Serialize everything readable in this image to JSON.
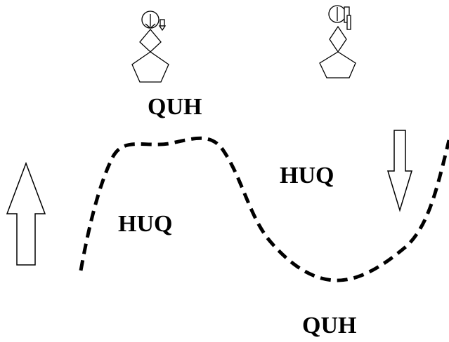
{
  "labels": {
    "top_left": "QUH",
    "mid_right": "HUQ",
    "mid_left": "HUQ",
    "bottom_right": "QUH"
  },
  "colors": {
    "ink": "#000000",
    "background": "#ffffff"
  },
  "icons": {
    "figure_left": "meditating-figure-icon",
    "figure_right": "meditating-figure-icon",
    "arrow_left": "up-arrow-icon",
    "arrow_right": "down-arrow-icon"
  }
}
